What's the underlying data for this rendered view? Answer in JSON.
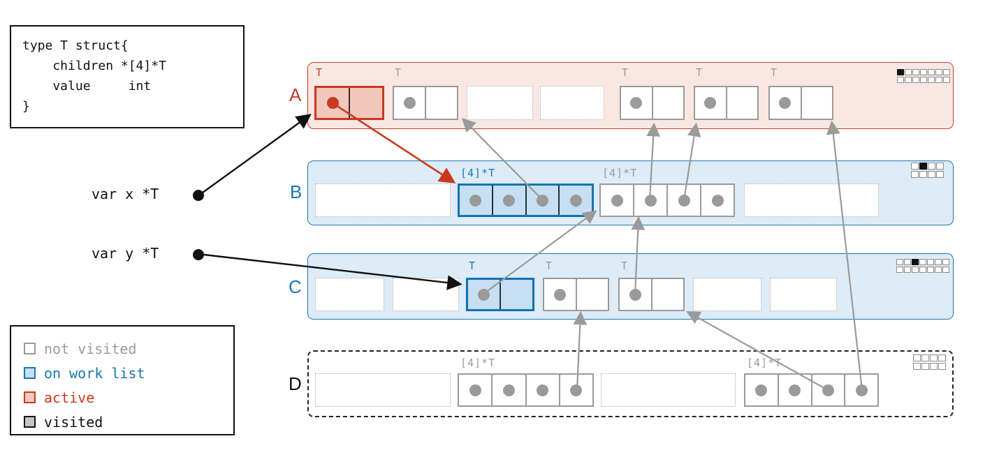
{
  "code": {
    "text": "type T struct{\n    children *[4]*T\n    value     int\n}"
  },
  "variables": {
    "x": {
      "label": "var x *T"
    },
    "y": {
      "label": "var y *T"
    }
  },
  "legend": {
    "items": {
      "not_visited": {
        "label": "not visited"
      },
      "work_list": {
        "label": "on work list"
      },
      "active": {
        "label": "active"
      },
      "visited": {
        "label": "visited"
      }
    }
  },
  "colors": {
    "active_red": "#c9391f",
    "work_list_blue": "#1a76b2",
    "not_visited_gray": "#9a9a9a",
    "visited_black": "#111111",
    "span_a_fill": "#f9e7e2",
    "span_bc_fill": "#ddecf7",
    "work_box_fill": "#c6dff2",
    "active_box_fill": "#f2c8bd"
  },
  "spans": {
    "a": {
      "label": "A",
      "objects": {
        "o1": {
          "type_label": "T"
        },
        "o2": {
          "type_label": "T"
        },
        "o3": {
          "type_label": "T"
        },
        "o4": {
          "type_label": "T"
        },
        "o5": {
          "type_label": "T"
        }
      },
      "bitmap": {
        "cols": 7,
        "rows": 2,
        "filled": [
          0
        ]
      }
    },
    "b": {
      "label": "B",
      "objects": {
        "arr1": {
          "type_label": "[4]*T"
        },
        "arr2": {
          "type_label": "[4]*T"
        }
      },
      "bitmap": {
        "cols": 4,
        "rows": 2,
        "filled": [
          1
        ]
      }
    },
    "c": {
      "label": "C",
      "objects": {
        "o1": {
          "type_label": "T"
        },
        "o2": {
          "type_label": "T"
        },
        "o3": {
          "type_label": "T"
        }
      },
      "bitmap": {
        "cols": 7,
        "rows": 2,
        "filled": [
          2
        ]
      }
    },
    "d": {
      "label": "D",
      "objects": {
        "arr1": {
          "type_label": "[4]*T"
        },
        "arr2": {
          "type_label": "[4]*T"
        }
      },
      "bitmap": {
        "cols": 4,
        "rows": 2,
        "filled": []
      }
    }
  }
}
